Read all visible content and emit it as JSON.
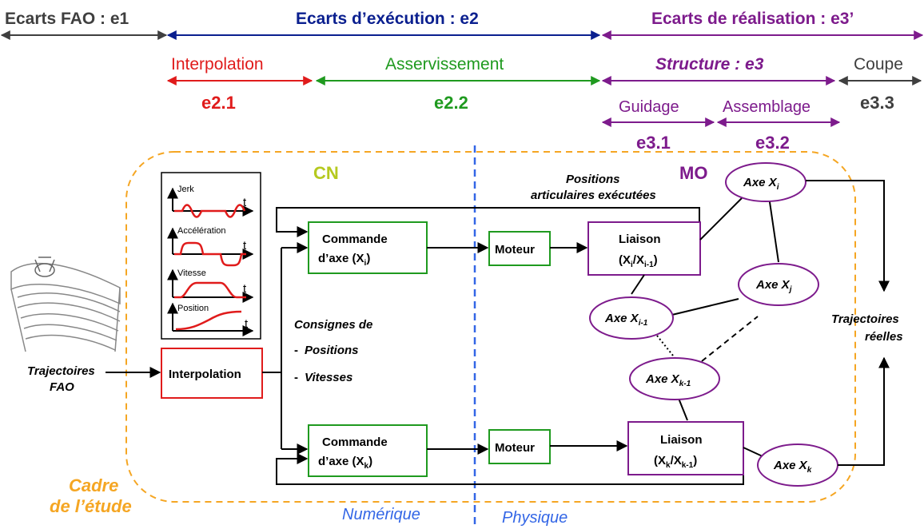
{
  "colors": {
    "gray": "#3f3f3f",
    "navy": "#0a1f8f",
    "purple": "#7d1b8c",
    "red": "#e01b1b",
    "green": "#1f9a1f",
    "orange": "#f5a623",
    "blue": "#3366e6",
    "black": "#000000"
  },
  "headers": {
    "e1": "Ecarts FAO : e1",
    "e2": "Ecarts d’exécution : e2",
    "e3p": "Ecarts de réalisation : e3’",
    "interpolation": "Interpolation",
    "asservissement": "Asservissement",
    "structure": "Structure : e3",
    "coupe": "Coupe",
    "e21": "e2.1",
    "e22": "e2.2",
    "e33": "e3.3",
    "guidage": "Guidage",
    "assemblage": "Assemblage",
    "e31": "e3.1",
    "e32": "e3.2"
  },
  "zones": {
    "cn": "CN",
    "mo": "MO",
    "cadre_line1": "Cadre",
    "cadre_line2": "de l’étude",
    "numerique": "Numérique",
    "physique": "Physique"
  },
  "profile_graphs": {
    "jerk": "Jerk",
    "acceleration": "Accélération",
    "vitesse": "Vitesse",
    "position": "Position",
    "time_label": "t"
  },
  "blocks": {
    "interpolation": "Interpolation",
    "commande": "Commande",
    "axe_prefix": "d’axe (X",
    "sub_i": "i",
    "sub_k": "k",
    "close_paren": ")",
    "moteur": "Moteur",
    "liaison": "Liaison",
    "liaison_i_open": "(X",
    "liaison_i_mid": "/X",
    "sub_i_1": "i-1",
    "sub_k_1": "k-1"
  },
  "axes": {
    "axe_label": "Axe X",
    "sub_i": "i",
    "sub_j": "j",
    "sub_i_1": "i-1",
    "sub_k_1": "k-1",
    "sub_k": "k"
  },
  "labels": {
    "traj_fao_1": "Trajectoires",
    "traj_fao_2": "FAO",
    "positions_1": "Positions",
    "positions_2": "articulaires exécutées",
    "consignes": "Consignes de",
    "dash": "-",
    "positions_item": "Positions",
    "vitesses_item": "Vitesses",
    "traj_reelles_1": "Trajectoires",
    "traj_reelles_2": "réelles"
  }
}
